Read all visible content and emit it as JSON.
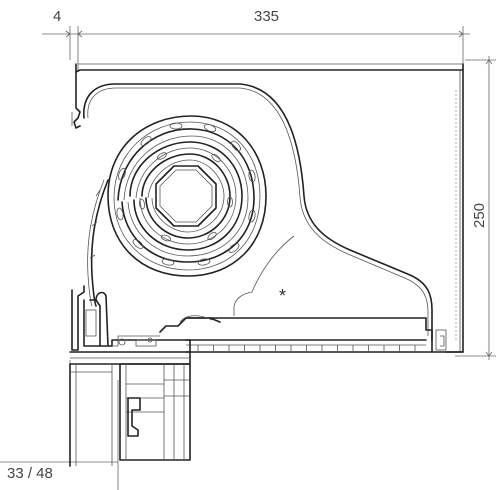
{
  "dimensions": {
    "gap_width": "4",
    "box_width": "335",
    "box_height": "250",
    "frame_depth": "33 / 48"
  },
  "annotations": {
    "asterisk": "*"
  }
}
